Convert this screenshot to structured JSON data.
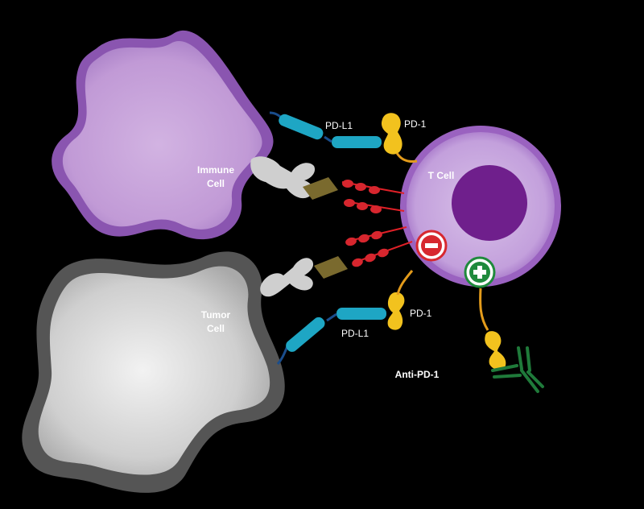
{
  "labels": {
    "immune_cell": [
      "Immune",
      "Cell"
    ],
    "tumor_cell": [
      "Tumor",
      "Cell"
    ],
    "t_cell": "T Cell",
    "pd_l1_top": "PD-L1",
    "pd_1_top": "PD-1",
    "pd_l1_bottom": "PD-L1",
    "pd_1_bottom": "PD-1",
    "anti_pd_1": "Anti-PD-1"
  },
  "signals": {
    "inhibitory": "minus",
    "activating": "plus"
  },
  "colors": {
    "background": "#000000",
    "immune_cell": "#c9a6da",
    "immune_cell_edge": "#8a55b0",
    "tumor_cell": "#d8d8d8",
    "tumor_cell_edge": "#5a5a5a",
    "t_cell": "#b88ad4",
    "t_cell_nucleus": "#6f1f8c",
    "pd_l1": "#1ea6c4",
    "pd_1": "#f2c21e",
    "linker_blue": "#1a4d8c",
    "linker_orange": "#e39b1b",
    "mhc": "#cfcfcf",
    "antigen": "#7a6a2e",
    "tcr": "#e02027",
    "minus_signal": "#d7282f",
    "plus_signal": "#1f8a3c",
    "antibody": "#1f7a3a"
  }
}
